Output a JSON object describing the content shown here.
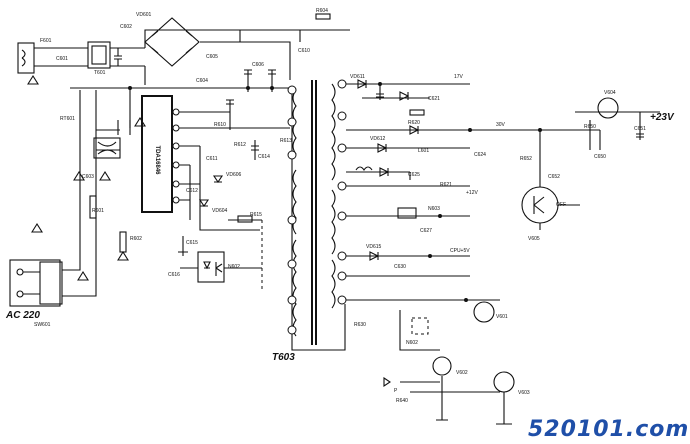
{
  "watermark": "520101.com",
  "rails": {
    "v17": "17V",
    "v30": "30V",
    "v12": "+12V",
    "v5": "CPU+5V",
    "v23": "+23V"
  },
  "labels": {
    "ac220": "AC 220",
    "switch": "SW601",
    "t603": "T603",
    "ic": "TDA16846",
    "fuse": "F601",
    "c_input": "C601",
    "l_filter": "T601",
    "bridge": "VD601",
    "c_bridge": "C602",
    "rt": "RT601",
    "c_x": "C603",
    "r_start": "R601",
    "r_bleed": "R602",
    "r_top": "R604",
    "c_top": "C610",
    "c_filter": "C606",
    "c_main": "C605",
    "c_main2": "C604",
    "r_sense": "R610",
    "r_fb": "R612",
    "c_fb": "C611",
    "d_clamp": "VD606",
    "c_soft": "C612",
    "d_vcc": "VD604",
    "r_vcc": "R615",
    "c_snub": "C614",
    "r_snub": "R613",
    "c_gnd": "C615",
    "opto": "N602",
    "c_opto": "C616",
    "d_top": "VD611",
    "r_top_out": "R620",
    "c_top_out": "C621",
    "d_30v": "VD612",
    "d_b": "L601",
    "c_30v": "C624",
    "c_180": "C625",
    "r_180": "R621",
    "ic_ref": "N603",
    "c_ref": "C627",
    "d_5v": "VD615",
    "c_5v": "C630",
    "q_5v": "V601",
    "r_5v": "R630",
    "opto_sec": "N602",
    "q_ctrl": "V602",
    "q_ctrl2": "V603",
    "standby": "P",
    "r_standby": "R640",
    "q_23v": "V604",
    "r_23v": "R650",
    "c_23v": "C650",
    "c_23v_out": "C651",
    "q_switch": "V605",
    "off_sig": "OFF",
    "r_switch": "R652",
    "c_switch": "C652"
  }
}
